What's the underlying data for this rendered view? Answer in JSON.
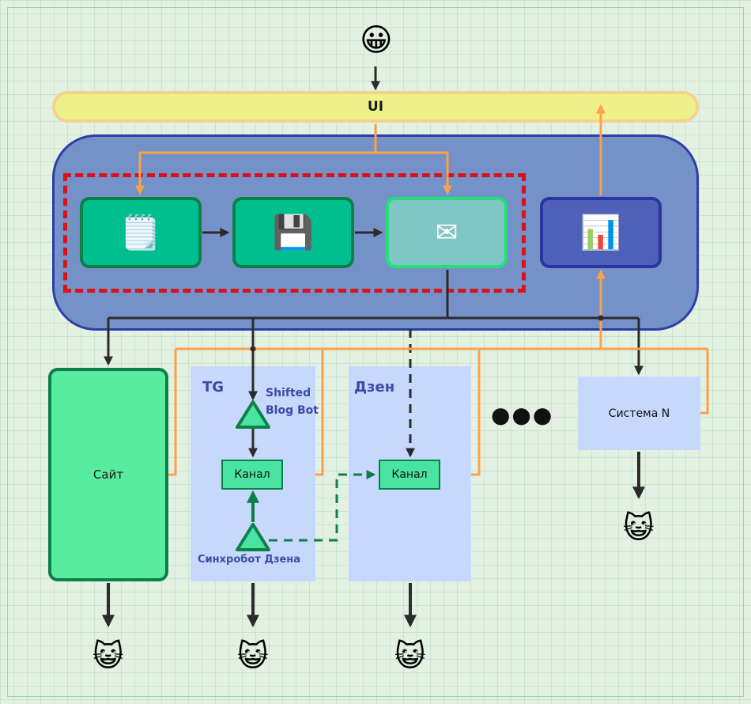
{
  "ui_bar": {
    "label": "UI"
  },
  "nodes": {
    "user_emoji": "😀",
    "notepad_emoji": "🗒️",
    "floppy_emoji": "💾",
    "mail_emoji": "✉",
    "chart_emoji": "📊",
    "cat_emoji": "😺"
  },
  "targets": {
    "site": "Сайт",
    "tg": "TG",
    "dzen": "Дзен",
    "system_n": "Система N",
    "ellipsis": "●●●"
  },
  "tg": {
    "bot_line1": "Shifted",
    "bot_line2": "Blog Bot",
    "channel": "Канал",
    "sync_bot": "Синхробот Дзена"
  },
  "dzen": {
    "channel": "Канал"
  },
  "colors": {
    "orange_flow": "#fba14a",
    "dark_flow": "#2b2b2b",
    "green_flow": "#0d7f48",
    "platform": "#7491c8",
    "dashed_red": "#d9121b"
  }
}
